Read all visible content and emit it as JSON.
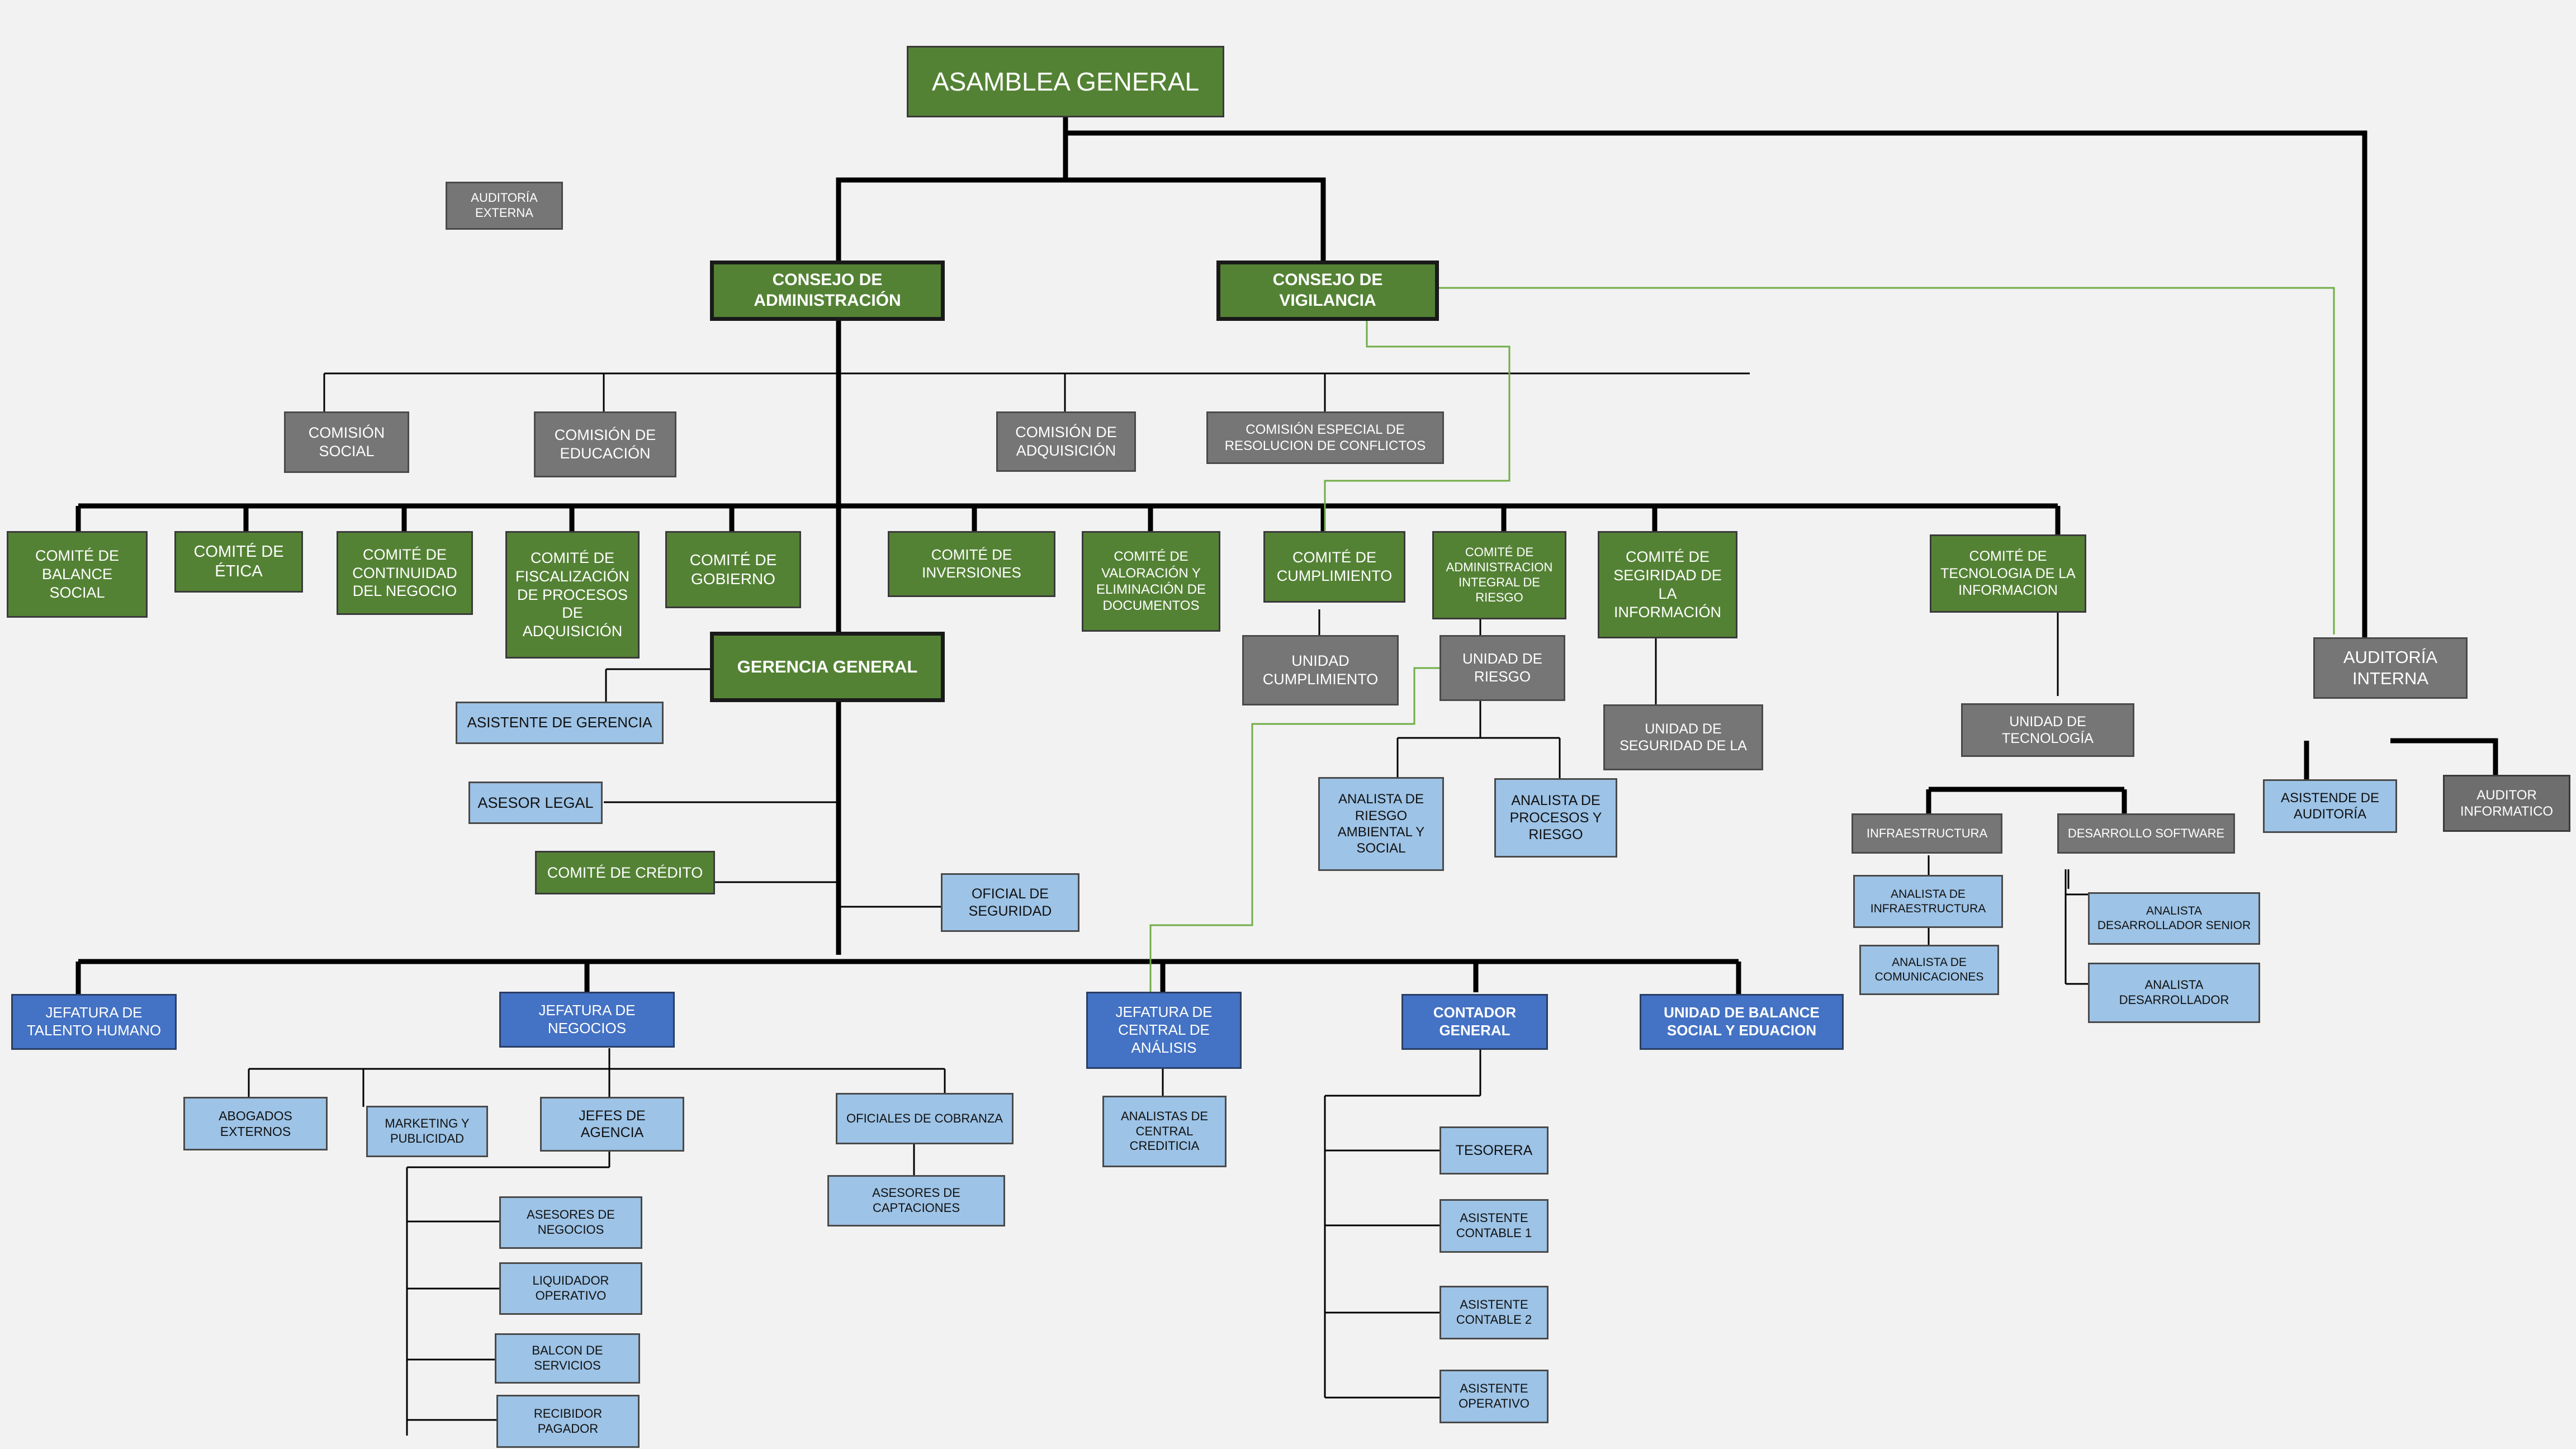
{
  "colors": {
    "green": "#548235",
    "gray": "#767676",
    "dark_blue": "#4472c4",
    "light_blue": "#9dc3e6",
    "line_black": "#000000",
    "line_green": "#70ad47"
  },
  "nodes": {
    "asamblea_general": "ASAMBLEA GENERAL",
    "auditoria_externa": "AUDITORÍA\nEXTERNA",
    "consejo_administracion": "CONSEJO DE\nADMINISTRACIÓN",
    "consejo_vigilancia": "CONSEJO DE\nVIGILANCIA",
    "comision_social": "COMISIÓN\nSOCIAL",
    "comision_educacion": "COMISIÓN DE\nEDUCACIÓN",
    "comision_adquisicion": "COMISIÓN DE\nADQUISICIÓN",
    "comision_especial": "COMISIÓN ESPECIAL DE\nRESOLUCION DE CONFLICTOS",
    "comite_balance_social": "COMITÉ DE\nBALANCE\nSOCIAL",
    "comite_etica": "COMITÉ DE\nÉTICA",
    "comite_continuidad": "COMITÉ DE\nCONTINUIDAD\nDEL NEGOCIO",
    "comite_fiscalizacion": "COMITÉ DE\nFISCALIZACIÓN\nDE PROCESOS\nDE\nADQUISICIÓN",
    "comite_gobierno": "COMITÉ DE\nGOBIERNO",
    "comite_inversiones": "COMITÉ DE\nINVERSIONES",
    "comite_valoracion": "COMITÉ DE\nVALORACIÓN Y\nELIMINACIÓN DE\nDOCUMENTOS",
    "comite_cumplimiento": "COMITÉ DE\nCUMPLIMIENTO",
    "comite_riesgo": "COMITÉ DE\nADMINISTRACION\nINTEGRAL DE\nRIESGO",
    "comite_seguridad": "COMITÉ DE\nSEGIRIDAD DE\nLA\nINFORMACIÓN",
    "comite_tecnologia": "COMITÉ DE\nTECNOLOGIA DE LA\nINFORMACION",
    "gerencia_general": "GERENCIA GENERAL",
    "unidad_cumplimiento": "UNIDAD\nCUMPLIMIENTO",
    "unidad_riesgo": "UNIDAD DE\nRIESGO",
    "unidad_seguridad": "UNIDAD DE\nSEGURIDAD DE LA",
    "unidad_tecnologia": "UNIDAD DE\nTECNOLOGÍA",
    "auditoria_interna": "AUDITORÍA\nINTERNA",
    "asistente_auditoria": "ASISTENDE DE\nAUDITORÍA",
    "auditor_informatico": "AUDITOR\nINFORMATICO",
    "asistente_gerencia": "ASISTENTE  DE GERENCIA",
    "asesor_legal": "ASESOR  LEGAL",
    "comite_credito": "COMITÉ DE CRÉDITO",
    "oficial_seguridad": "OFICIAL DE\nSEGURIDAD",
    "analista_riesgo_ambiental": "ANALISTA DE\nRIESGO\nAMBIENTAL Y\nSOCIAL",
    "analista_procesos_riesgo": "ANALISTA DE\nPROCESOS Y\nRIESGO",
    "infraestructura": "INFRAESTRUCTURA",
    "desarrollo_software": "DESARROLLO SOFTWARE",
    "analista_infraestructura": "ANALISTA DE\nINFRAESTRUCTURA",
    "analista_comunicaciones": "ANALISTA DE\nCOMUNICACIONES",
    "analista_dev_senior": "ANALISTA\nDESARROLLADOR SENIOR",
    "analista_dev": "ANALISTA\nDESARROLLADOR",
    "jefatura_talento": "JEFATURA DE\nTALENTO HUMANO",
    "jefatura_negocios": "JEFATURA DE\nNEGOCIOS",
    "jefatura_analisis": "JEFATURA DE\nCENTRAL DE\nANÁLISIS",
    "contador_general": "CONTADOR\nGENERAL",
    "unidad_balance": "UNIDAD DE BALANCE\nSOCIAL Y EDUACION",
    "abogados_externos": "ABOGADOS\nEXTERNOS",
    "marketing": "MARKETING Y\nPUBLICIDAD",
    "jefes_agencia": "JEFES DE\nAGENCIA",
    "oficiales_cobranza": "OFICIALES DE COBRANZA",
    "asesores_captaciones": "ASESORES DE\nCAPTACIONES",
    "analistas_central": "ANALISTAS DE\nCENTRAL\nCREDITICIA",
    "tesorera": "TESORERA",
    "asistente_contable_1": "ASISTENTE\nCONTABLE 1",
    "asistente_contable_2": "ASISTENTE\nCONTABLE 2",
    "asistente_operativo": "ASISTENTE\nOPERATIVO",
    "asesores_negocios": "ASESORES DE\nNEGOCIOS",
    "liquidador_operativo": "LIQUIDADOR\nOPERATIVO",
    "balcon_servicios": "BALCON DE\nSERVICIOS",
    "recibidor_pagador": "RECIBIDOR\nPAGADOR"
  }
}
